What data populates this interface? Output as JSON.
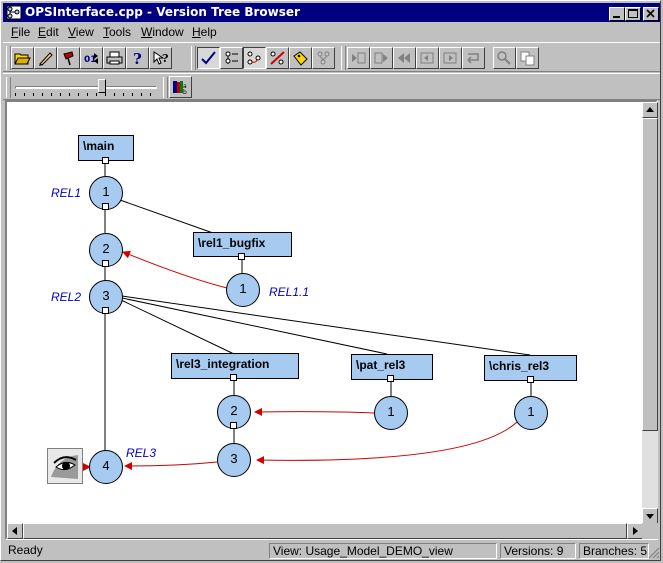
{
  "window": {
    "title": "OPSInterface.cpp - Version Tree Browser"
  },
  "menu": [
    {
      "label": "File",
      "key": "F",
      "rest": "ile"
    },
    {
      "label": "Edit",
      "key": "E",
      "rest": "dit"
    },
    {
      "label": "View",
      "key": "V",
      "rest": "iew"
    },
    {
      "label": "Tools",
      "key": "T",
      "rest": "ools"
    },
    {
      "label": "Window",
      "key": "W",
      "rest": "indow"
    },
    {
      "label": "Help",
      "key": "H",
      "rest": "elp"
    }
  ],
  "toolbar": {
    "buttons": [
      "open-icon",
      "edit-icon",
      "pin-icon",
      "compare-icon",
      "print-icon",
      "help-icon",
      "context-help-icon",
      "checkmark-icon",
      "show-versions-icon",
      "show-branches-icon",
      "show-merges-icon",
      "labels-icon",
      "tree-icon",
      "nav-first-icon",
      "nav-back-icon",
      "nav-prev-icon",
      "nav-next-icon",
      "nav-forward-icon",
      "nav-last-icon",
      "locate-icon",
      "copy-icon"
    ],
    "zoom_slider_level": 0.62
  },
  "tree": {
    "branches": [
      {
        "name": "\\main"
      },
      {
        "name": "\\rel1_bugfix"
      },
      {
        "name": "\\rel3_integration"
      },
      {
        "name": "\\pat_rel3"
      },
      {
        "name": "\\chris_rel3"
      }
    ],
    "versions": {
      "main_1": "1",
      "main_2": "2",
      "main_3": "3",
      "main_4": "4",
      "rel1_bugfix_1": "1",
      "rel3_integration_2": "2",
      "rel3_integration_3": "3",
      "pat_rel3_1": "1",
      "chris_rel3_1": "1"
    },
    "labels": {
      "main_1": "REL1",
      "main_3": "REL2",
      "main_4": "REL3",
      "rel1_bugfix_1": "REL1.1"
    },
    "merge_color": "#d00000",
    "node_color": "#a6caf0",
    "label_color": "#0000c0"
  },
  "status": {
    "ready": "Ready",
    "view": "View:  Usage_Model_DEMO_view",
    "versions": "Versions:  9",
    "branches": "Branches:  5"
  }
}
